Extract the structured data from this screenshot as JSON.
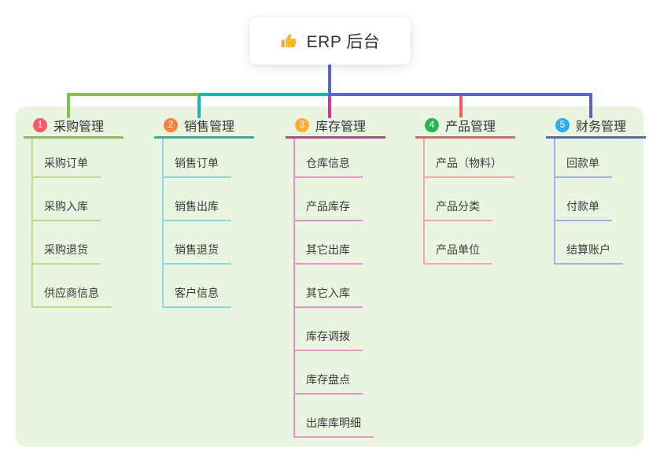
{
  "root": {
    "title": "ERP 后台",
    "icon": "thumbs-up-icon"
  },
  "palette": {
    "page_bg": "#ffffff",
    "panel_bg": "#e9f5e1",
    "root_card_bg": "#ffffff",
    "root_line": "#5a66c9",
    "title_text": "#333333",
    "child_text": "#3a3a3a",
    "badge_text": "#ffffff",
    "thumb_icon": "#f7b825"
  },
  "branches": [
    {
      "badge": "1",
      "title": "采购管理",
      "badge_color": "#f35d64",
      "line_color": "#84bf4f",
      "child_line_color": "#b7dc92",
      "children": [
        "采购订单",
        "采购入库",
        "采购退货",
        "供应商信息"
      ]
    },
    {
      "badge": "2",
      "title": "销售管理",
      "badge_color": "#f8823c",
      "line_color": "#17b9b1",
      "child_line_color": "#8adbd5",
      "children": [
        "销售订单",
        "销售出库",
        "销售退货",
        "客户信息"
      ]
    },
    {
      "badge": "3",
      "title": "库存管理",
      "badge_color": "#fbad35",
      "line_color": "#cb3a99",
      "child_line_color": "#f090c5",
      "children": [
        "仓库信息",
        "产品库存",
        "其它出库",
        "其它入库",
        "库存调拨",
        "库存盘点",
        "出库库明细"
      ]
    },
    {
      "badge": "4",
      "title": "产品管理",
      "badge_color": "#2bb356",
      "line_color": "#f15c5c",
      "child_line_color": "#f8a9a6",
      "children": [
        "产品（物料）",
        "产品分类",
        "产品单位"
      ]
    },
    {
      "badge": "5",
      "title": "财务管理",
      "badge_color": "#30a9ee",
      "line_color": "#4d68c8",
      "child_line_color": "#9cb3e4",
      "children": [
        "回款单",
        "付款单",
        "结算账户"
      ]
    }
  ]
}
